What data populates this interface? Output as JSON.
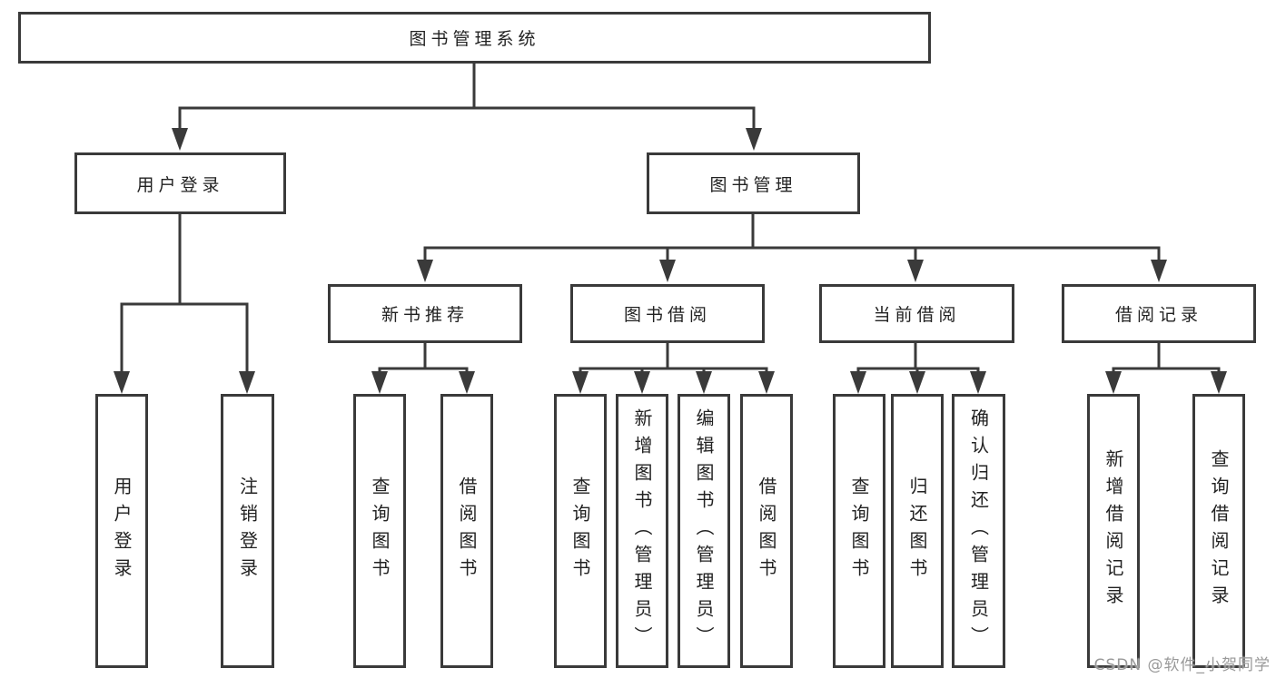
{
  "colors": {
    "line": "#3a3a3a",
    "box_border": "#3a3a3a",
    "text": "#222222",
    "watermark_gray": "#999999",
    "background": "#ffffff"
  },
  "tree": {
    "label": "图书管理系统",
    "children": [
      {
        "label": "用户登录",
        "children": [
          {
            "label": "用户登录"
          },
          {
            "label": "注销登录"
          }
        ]
      },
      {
        "label": "图书管理",
        "children": [
          {
            "label": "新书推荐",
            "children": [
              {
                "label": "查询图书"
              },
              {
                "label": "借阅图书"
              }
            ]
          },
          {
            "label": "图书借阅",
            "children": [
              {
                "label": "查询图书"
              },
              {
                "label": "新增图书（管理员）"
              },
              {
                "label": "编辑图书（管理员）"
              },
              {
                "label": "借阅图书"
              }
            ]
          },
          {
            "label": "当前借阅",
            "children": [
              {
                "label": "查询图书"
              },
              {
                "label": "归还图书"
              },
              {
                "label": "确认归还（管理员）"
              }
            ]
          },
          {
            "label": "借阅记录",
            "children": [
              {
                "label": "新增借阅记录"
              },
              {
                "label": "查询借阅记录"
              }
            ]
          }
        ]
      }
    ]
  },
  "watermark": {
    "text": "CSDN @软件_小贺同学"
  }
}
